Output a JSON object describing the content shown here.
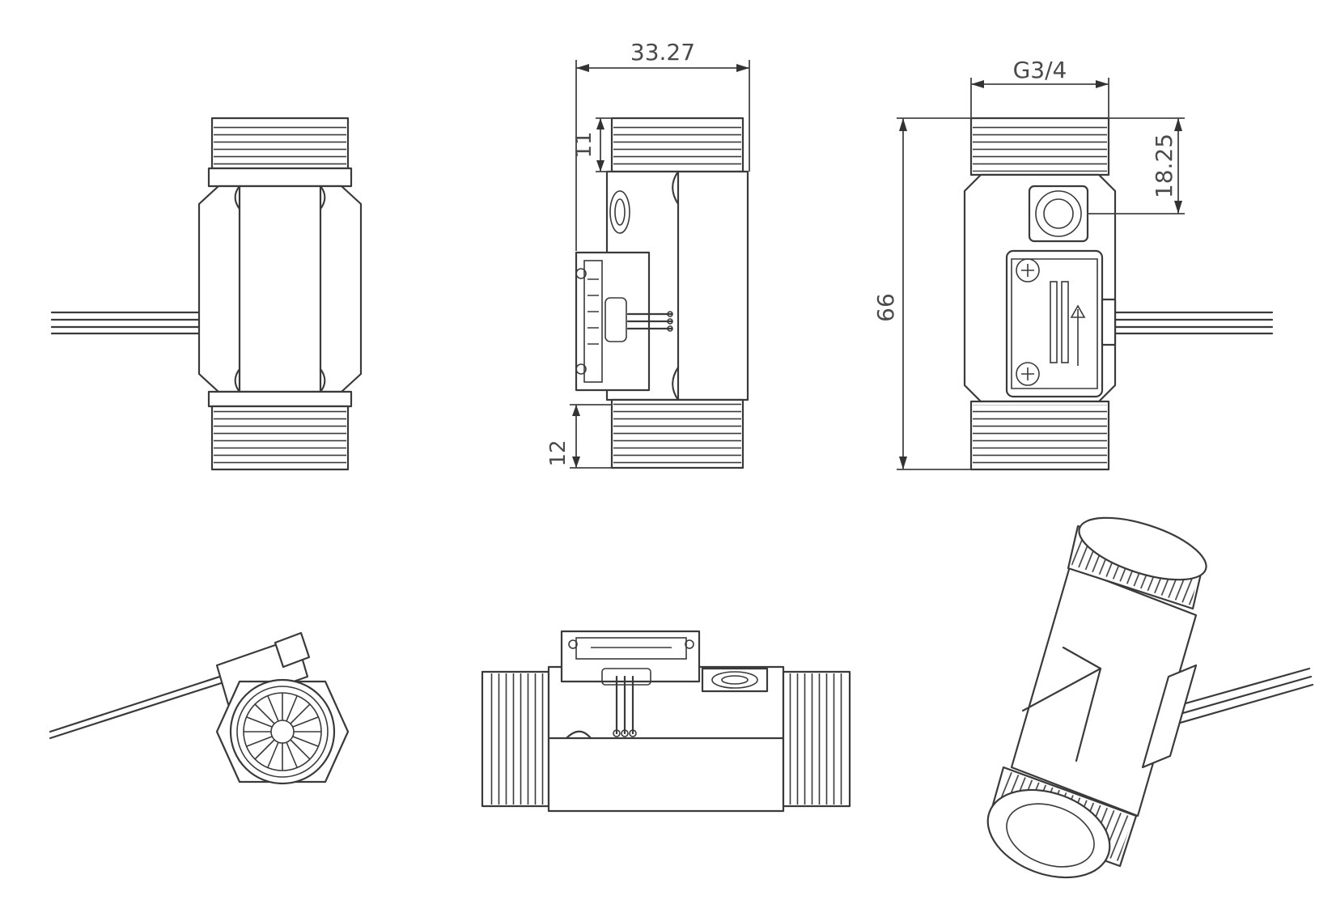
{
  "dimensions": {
    "width_label": "33.27",
    "thread_label": "G3/4",
    "height_label": "66",
    "upper_thread_label": "11",
    "lower_thread_label": "12",
    "port_offset_label": "18.25"
  },
  "colors": {
    "line": "#3a3a3a",
    "background": "#ffffff"
  }
}
